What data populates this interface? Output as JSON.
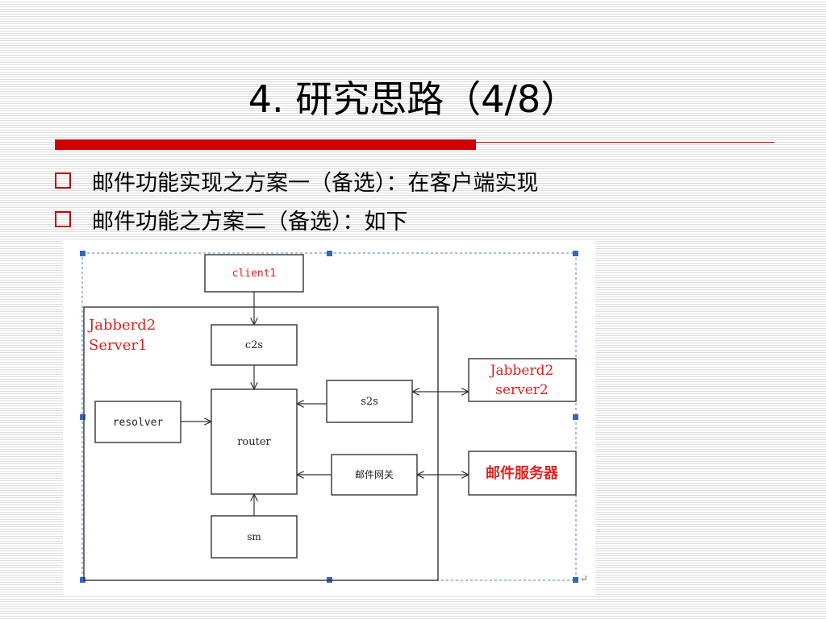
{
  "slide": {
    "title": "4. 研究思路（4/8）",
    "bullets": [
      "邮件功能实现之方案一（备选）：在客户端实现",
      "邮件功能之方案二（备选）：如下"
    ]
  },
  "diagram": {
    "server_group_label": [
      "Jabberd2",
      "Server1"
    ],
    "nodes": {
      "client1": "client1",
      "c2s": "c2s",
      "router": "router",
      "resolver": "resolver",
      "s2s": "s2s",
      "mail_gateway": "邮件网关",
      "sm": "sm",
      "jabberd2_server2": [
        "Jabberd2",
        "server2"
      ],
      "mail_server": "邮件服务器"
    },
    "colors": {
      "accent": "#e02020",
      "border": "#333333",
      "selection": "#4a7bc8"
    }
  }
}
